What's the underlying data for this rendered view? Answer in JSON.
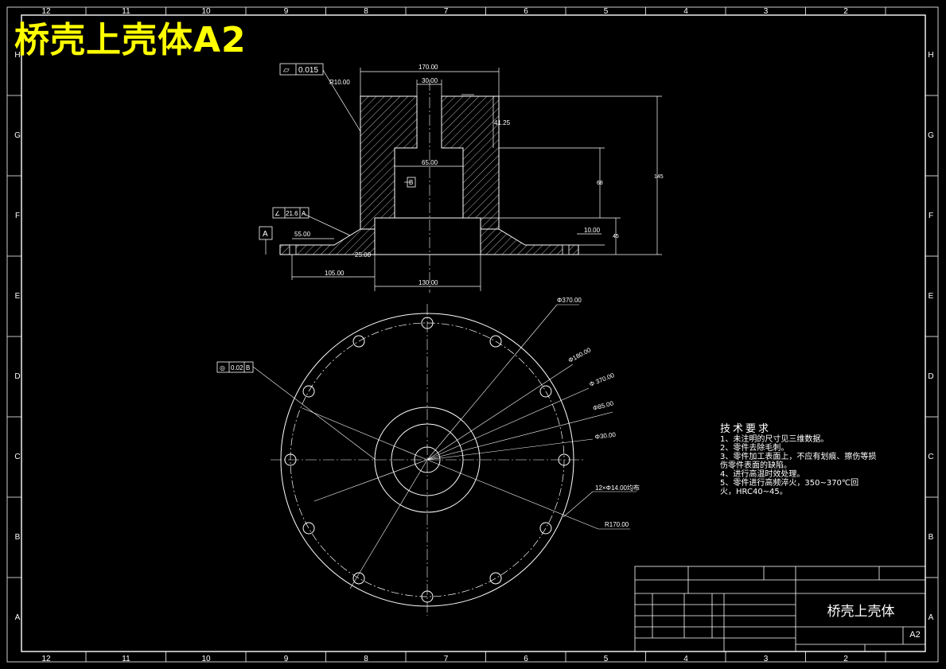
{
  "overlay_title": "桥壳上壳体A2",
  "zone_numbers_top": [
    "12",
    "11",
    "10",
    "9",
    "8",
    "7",
    "6",
    "5",
    "4",
    "3",
    "2"
  ],
  "zone_numbers_bottom": [
    "12",
    "11",
    "10",
    "9",
    "8",
    "7",
    "6",
    "5",
    "4",
    "3",
    "2"
  ],
  "zone_letters": [
    "H",
    "G",
    "F",
    "E",
    "D",
    "C",
    "B",
    "A"
  ],
  "section_dims": {
    "width_top": "170.00",
    "bore_top": "30.00",
    "bore_mid": "65.00",
    "bottom_bore": "130.00",
    "flange_offset": "55.00",
    "flange_width": "105.00",
    "flange_small": "25.00",
    "height_total": "145",
    "height_mid": "68",
    "height_low": "45",
    "step": "10.00",
    "top_depth": "41.25",
    "radius_top": "R10.00",
    "flatness": "0.015",
    "angularity": "21.6",
    "datum_a": "A",
    "datum_b": "B",
    "datum_a_ref": "A"
  },
  "plan_dims": {
    "d_outer": "Φ370.00",
    "d_180": "Φ180.00",
    "d_370": "Φ 370.00",
    "d_85": "Φ85.00",
    "d_30": "Φ30.00",
    "holes": "12×Φ14.00均布",
    "r170": "R170.00",
    "concentricity": "0.02",
    "datum_b": "B"
  },
  "tech_requirements": {
    "title": "技术要求",
    "lines": [
      "1、未注明的尺寸见三维数据。",
      "2、零件去除毛刺。",
      "3、零件加工表面上，不应有划痕、擦伤等损",
      "伤零件表面的缺陷。",
      "4、进行高温时效处理。",
      "5、零件进行高频淬火，350~370℃回",
      "火，HRC40~45。"
    ]
  },
  "title_block": {
    "part_name": "桥壳上壳体",
    "sheet_size": "A2"
  }
}
